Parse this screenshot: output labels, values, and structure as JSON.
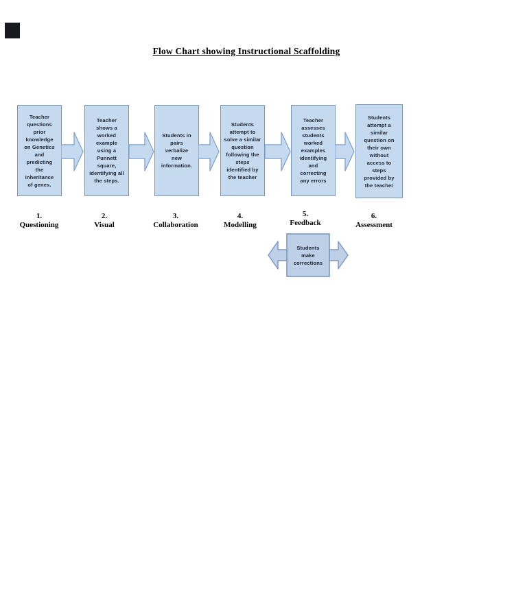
{
  "page": {
    "title": "Flow Chart showing Instructional Scaffolding"
  },
  "flow": {
    "boxes": [
      {
        "text": "Teacher\nquestions\nprior\nknowledge\non Genetics\nand\npredicting\nthe\ninheritance\nof genes."
      },
      {
        "text": "Teacher\nshows a\nworked\nexample\nusing a\nPunnett\nsquare,\nidentifying all\nthe steps."
      },
      {
        "text": "Students in\npairs\nverbalize\nnew\ninformation."
      },
      {
        "text": "Students\nattempt to\nsolve a similar\nquestion\nfollowing the\nsteps\nidentified by\nthe teacher"
      },
      {
        "text": "Teacher\nassesses\nstudents\nworked\nexamples\nidentifying\nand\ncorrecting\nany errors"
      },
      {
        "text": "Students\nattempt a\nsimilar\nquestion on\ntheir own\nwithout\naccess to\nsteps\nprovided by\nthe teacher"
      }
    ],
    "labels": [
      {
        "num": "1.",
        "name": "Questioning"
      },
      {
        "num": "2.",
        "name": "Visual"
      },
      {
        "num": "3.",
        "name": "Collaboration"
      },
      {
        "num": "4.",
        "name": "Modelling"
      },
      {
        "num": "5.",
        "name": "Feedback"
      },
      {
        "num": "6.",
        "name": "Assessment"
      }
    ],
    "correction_note": "Students\nmake\ncorrections"
  },
  "colors": {
    "box_fill": "#c5d9ef",
    "box_border": "#7b96b3",
    "arrow_border": "#86a7cf",
    "note_fill": "#bdd0e7",
    "text": "#1a222e"
  }
}
